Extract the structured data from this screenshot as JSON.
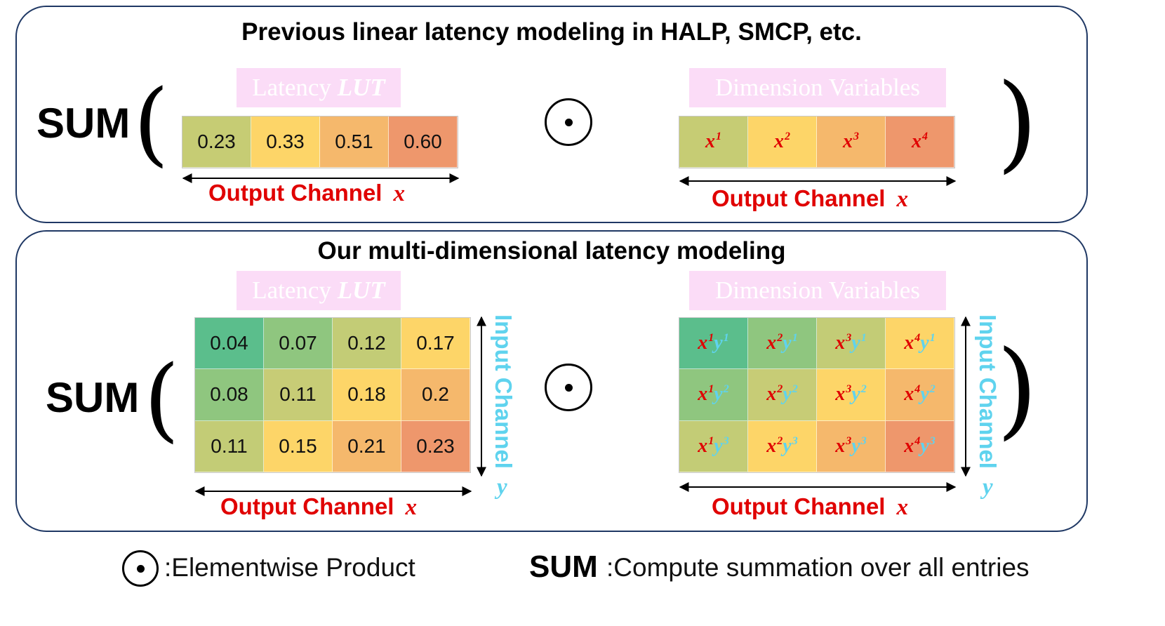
{
  "top": {
    "title": "Previous linear latency modeling in HALP, SMCP, etc.",
    "sum": "SUM",
    "open_paren": "(",
    "close_paren": ")",
    "lut_header_text": "Latency ",
    "lut_header_em": "LUT",
    "dim_header": "Dimension Variables",
    "lut_values": [
      "0.23",
      "0.33",
      "0.51",
      "0.60"
    ],
    "lut_colors": [
      "#c6cc74",
      "#fdd568",
      "#f5b86c",
      "#ee976c"
    ],
    "dim_vars": [
      {
        "x": "x",
        "xs": "1"
      },
      {
        "x": "x",
        "xs": "2"
      },
      {
        "x": "x",
        "xs": "3"
      },
      {
        "x": "x",
        "xs": "4"
      }
    ],
    "axis_text": "Output Channel",
    "axis_var": "x"
  },
  "bottom": {
    "title": "Our multi-dimensional latency modeling",
    "sum": "SUM",
    "open_paren": "(",
    "close_paren": ")",
    "lut_header_text": "Latency ",
    "lut_header_em": "LUT",
    "dim_header": "Dimension Variables",
    "lut_rows": [
      [
        "0.04",
        "0.07",
        "0.12",
        "0.17"
      ],
      [
        "0.08",
        "0.11",
        "0.18",
        "0.2"
      ],
      [
        "0.11",
        "0.15",
        "0.21",
        "0.23"
      ]
    ],
    "lut_colors": [
      [
        "#5bbe8c",
        "#8fc67f",
        "#c3cc76",
        "#fdd568"
      ],
      [
        "#8fc67f",
        "#c7cc76",
        "#fdd568",
        "#f5b86c"
      ],
      [
        "#c3cc76",
        "#fdd568",
        "#f5b86c",
        "#ee976c"
      ]
    ],
    "dim_vars": [
      [
        {
          "x": "x",
          "xs": "1",
          "y": "y",
          "ys": "1"
        },
        {
          "x": "x",
          "xs": "2",
          "y": "y",
          "ys": "1"
        },
        {
          "x": "x",
          "xs": "3",
          "y": "y",
          "ys": "1"
        },
        {
          "x": "x",
          "xs": "4",
          "y": "y",
          "ys": "1"
        }
      ],
      [
        {
          "x": "x",
          "xs": "1",
          "y": "y",
          "ys": "2"
        },
        {
          "x": "x",
          "xs": "2",
          "y": "y",
          "ys": "2"
        },
        {
          "x": "x",
          "xs": "3",
          "y": "y",
          "ys": "2"
        },
        {
          "x": "x",
          "xs": "4",
          "y": "y",
          "ys": "2"
        }
      ],
      [
        {
          "x": "x",
          "xs": "1",
          "y": "y",
          "ys": "3"
        },
        {
          "x": "x",
          "xs": "2",
          "y": "y",
          "ys": "3"
        },
        {
          "x": "x",
          "xs": "3",
          "y": "y",
          "ys": "3"
        },
        {
          "x": "x",
          "xs": "4",
          "y": "y",
          "ys": "3"
        }
      ]
    ],
    "axis_text": "Output Channel",
    "axis_var": "x",
    "vaxis_text": "Input Channel",
    "vaxis_var": "y"
  },
  "legend": {
    "odot_text": ":Elementwise Product",
    "sum_word": "SUM",
    "sum_text": ":Compute summation over all entries"
  },
  "icons": {
    "odot": "circled-dot-operator-icon"
  }
}
